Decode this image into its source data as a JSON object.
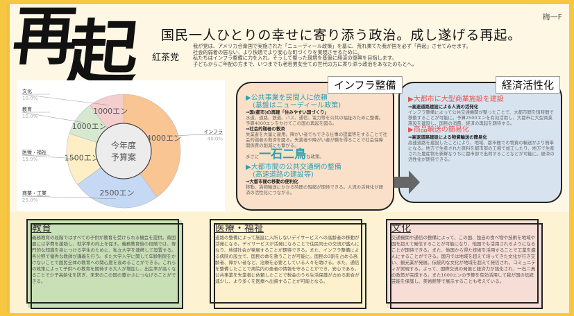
{
  "logo": {
    "char1": "再",
    "char2": "起"
  },
  "party": "紅茶党",
  "class_label": "梅一F",
  "headline": "国民一人ひとりの幸せに寄り添う政治。成し遂げる再起。",
  "intro": [
    "我が党は、アメリカ合衆国で実施された「ニューディール政策」を基に、荒れ果てた我が国を必ず「再起」させてみせます。",
    "社会的弱者の居ない、より快適でより安心な町づくりを実現させるために。",
    "私たちはインフラ整備に力を入れ、そうして整った環境を基盤に経済の復興を目指します。",
    "子どもからご年配の方まで、いつまでも老若男女全ての世代の方に寄り添う政治をあなたのもとへ。"
  ],
  "chart_data": {
    "type": "pie",
    "title": "今年度予算案",
    "unit": "エン",
    "slices": [
      {
        "name": "インフラ",
        "value": 4000,
        "percent": "40.0%",
        "label": "4000エン",
        "color": "#f9c592"
      },
      {
        "name": "商業・工業",
        "value": 2500,
        "percent": "25.0%",
        "label": "2500エン",
        "color": "#c5d8f4"
      },
      {
        "name": "医療・福祉",
        "value": 1500,
        "percent": "15.0%",
        "label": "1500エン",
        "color": "#fdeec6"
      },
      {
        "name": "教育",
        "value": 1000,
        "percent": "10.0%",
        "label": "1000エン",
        "color": "#d6e8d0"
      },
      {
        "name": "文化",
        "value": 1000,
        "percent": "10.0%",
        "label": "1000エン",
        "color": "#f4cdcd"
      }
    ]
  },
  "infra": {
    "tag": "インフラ整備",
    "h1": "▶公共事業を民間人に依頼",
    "h1b": "(基盤はニューディール政策)",
    "s1": "⇒国(都市)の再建「住みやすい国づくり」",
    "t1": "水道、道路、鉄道、バス、通信、電力等を公共の福祉のために整備。予算4000エンをかけてこの国の再起を図る。",
    "s2": "⇒社会的弱者の救済",
    "t2": "失業者を大量に雇用。障がい者でもできる仕事の提案等をすることで社会的弱者の救済を図る。失業者や障がい者が職を得ることで社会保障関係費の削減にも繋がる。",
    "m1": "まさに",
    "m2": "一石二鳥",
    "m3": "な政策。",
    "h2": "▶大都市間の公共交通網の整備",
    "h2b": "(高速道路の建設等)",
    "s3": "⇒大都市間の移動の便利化",
    "t3": "移動、貨物輸送にかかる時間の短縮が期待できる。人流の活発化が経済の活性化につながる。"
  },
  "econ": {
    "tag": "経済活性化",
    "h1": "▶大都市に大型商業施設を建設",
    "s1": "⇒高速道路建設による人流の活発化",
    "t1": "インフラ整備によって公共交通機関が整ったことで、大都市間を短時間で移動することが可能に。予算2500エンを有効活用し、大都市に大型商業施設を建設し、国民の消費、経済の再起を期待する。",
    "h2": "▶商品輸送の簡易化",
    "s2": "⇒高速道路建設による物資輸送の簡易化",
    "t2": "高速道路を建設したことにより、地域、都市間での物資の輸送がより簡単になる。地方で生産された原料を都市部の工場で加工したり、地方で生産された農産物を新鮮なうちに都市部で出荷することなどが可能に。経済の活性化が期待できる。"
  },
  "cards": [
    {
      "title": "教育",
      "text": "義務教育の段階ではすべての子供が教育を受けられる機会を提供。貧困層には学費を援助し、就学率の向上を促す。義務教育後の段階では、専門的な知識を身につける学生のために、私立大学を連携して設置する。各分野で優秀な教師が講義を行う。また大学入学に関して年齢制限をかけないことで国民全体の教育への関心度を高めることができる。これらの政策によって子供への教育を期待する大人が増加し、出生率が高くなることで少子高齢化を防ぎ、未来のこの国の豊かさにつなげることができる。",
      "color": "#c9dfb6"
    },
    {
      "title": "医療・福祉",
      "text": "道路の整備によって施設に入所しないデイサービスへの高齢者の移動が活発になる。デイサービスが活発になることで住民同士の交流が盛んになり、地域社会が発展することが期待できる。また、インフラ整備による病院の設立で、国民の命を救うことが可能に。国民の3割を占める高齢者、障がい者など、治療を必要としている人々を助ける。また、通信を整備したことで病院内の患者の情報を守ることができ、安心である。公共事業を失業者に依頼したことで税金のうち生活保護が占める割合が減少し、より多くを医療へ出資することが可能となる。",
      "color": "#fdf0cd"
    },
    {
      "title": "文化",
      "text": "交通機関や通信の整備によって、この国、独自の食べ物や技術を地域や国を超えて発信することが可能になり、他国でも活用されるようになることが期待できる。また、他国から得た技術を活用することで工業を盛んにすることができる。国内では地域を超えて培ってきた文化が行き交い、観光業が発展。伝統的な文化が地域を超えて発信され、コミュニティが実現する。よって、国際交流の発展と経済力が強化され、一石二鳥の政策が完成する。また1000エンの予算を有効活用して我が国の伝統芸能を保護し、美術館等で展示することも考えている。",
      "color": "#f6ddd5"
    }
  ]
}
